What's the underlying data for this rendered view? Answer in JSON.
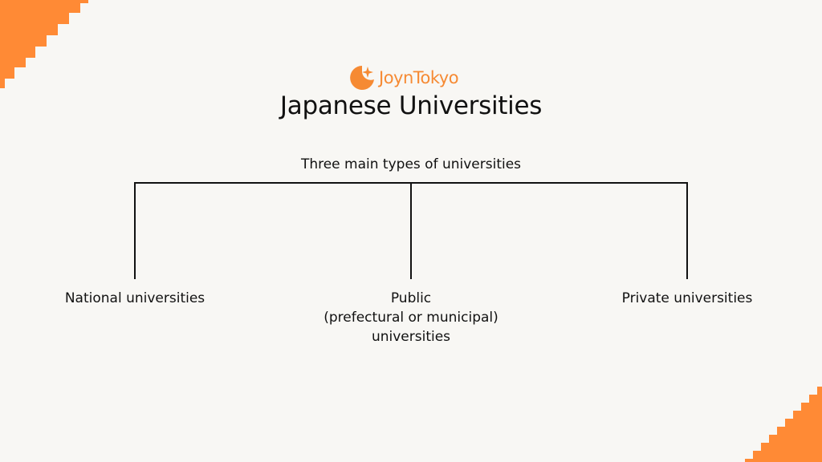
{
  "brand": {
    "name": "JoynTokyo",
    "accent_color": "#f68a33",
    "icon": "crescent-moon-star-icon"
  },
  "page": {
    "title": "Japanese Universities",
    "background_color": "#f8f7f4"
  },
  "diagram": {
    "type": "tree",
    "root": {
      "label": "Three main types of universities"
    },
    "children": [
      {
        "label": "National universities"
      },
      {
        "label_lines": [
          "Public",
          "(prefectural or municipal)",
          "universities"
        ]
      },
      {
        "label": "Private universities"
      }
    ],
    "line_color": "#111111"
  },
  "decorations": {
    "corner_color": "#ff8a35",
    "corners": [
      "top-left-staircase",
      "bottom-right-staircase"
    ]
  }
}
